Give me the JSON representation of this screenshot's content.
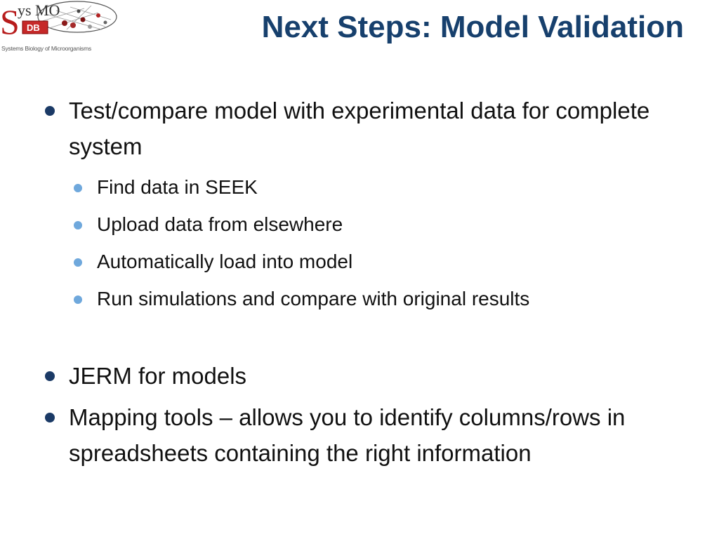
{
  "logo": {
    "text_s": "S",
    "text_ys": "ys",
    "text_mo": "MO",
    "text_db": "DB",
    "tagline": "Systems Biology of Microorganisms"
  },
  "title": "Next Steps: Model Validation",
  "bullets": [
    {
      "text": "Test/compare model with experimental data for complete system",
      "sub": [
        "Find data in SEEK",
        "Upload data from elsewhere",
        "Automatically load into model",
        "Run simulations and compare with original results"
      ]
    },
    {
      "text": "JERM for models"
    },
    {
      "text": "Mapping tools – allows you to identify columns/rows in spreadsheets containing the right information"
    }
  ],
  "colors": {
    "title": "#17406d",
    "bullet_level1": "#1b3a66",
    "bullet_level2": "#6fa8dc",
    "logo_red": "#b71c1c"
  }
}
